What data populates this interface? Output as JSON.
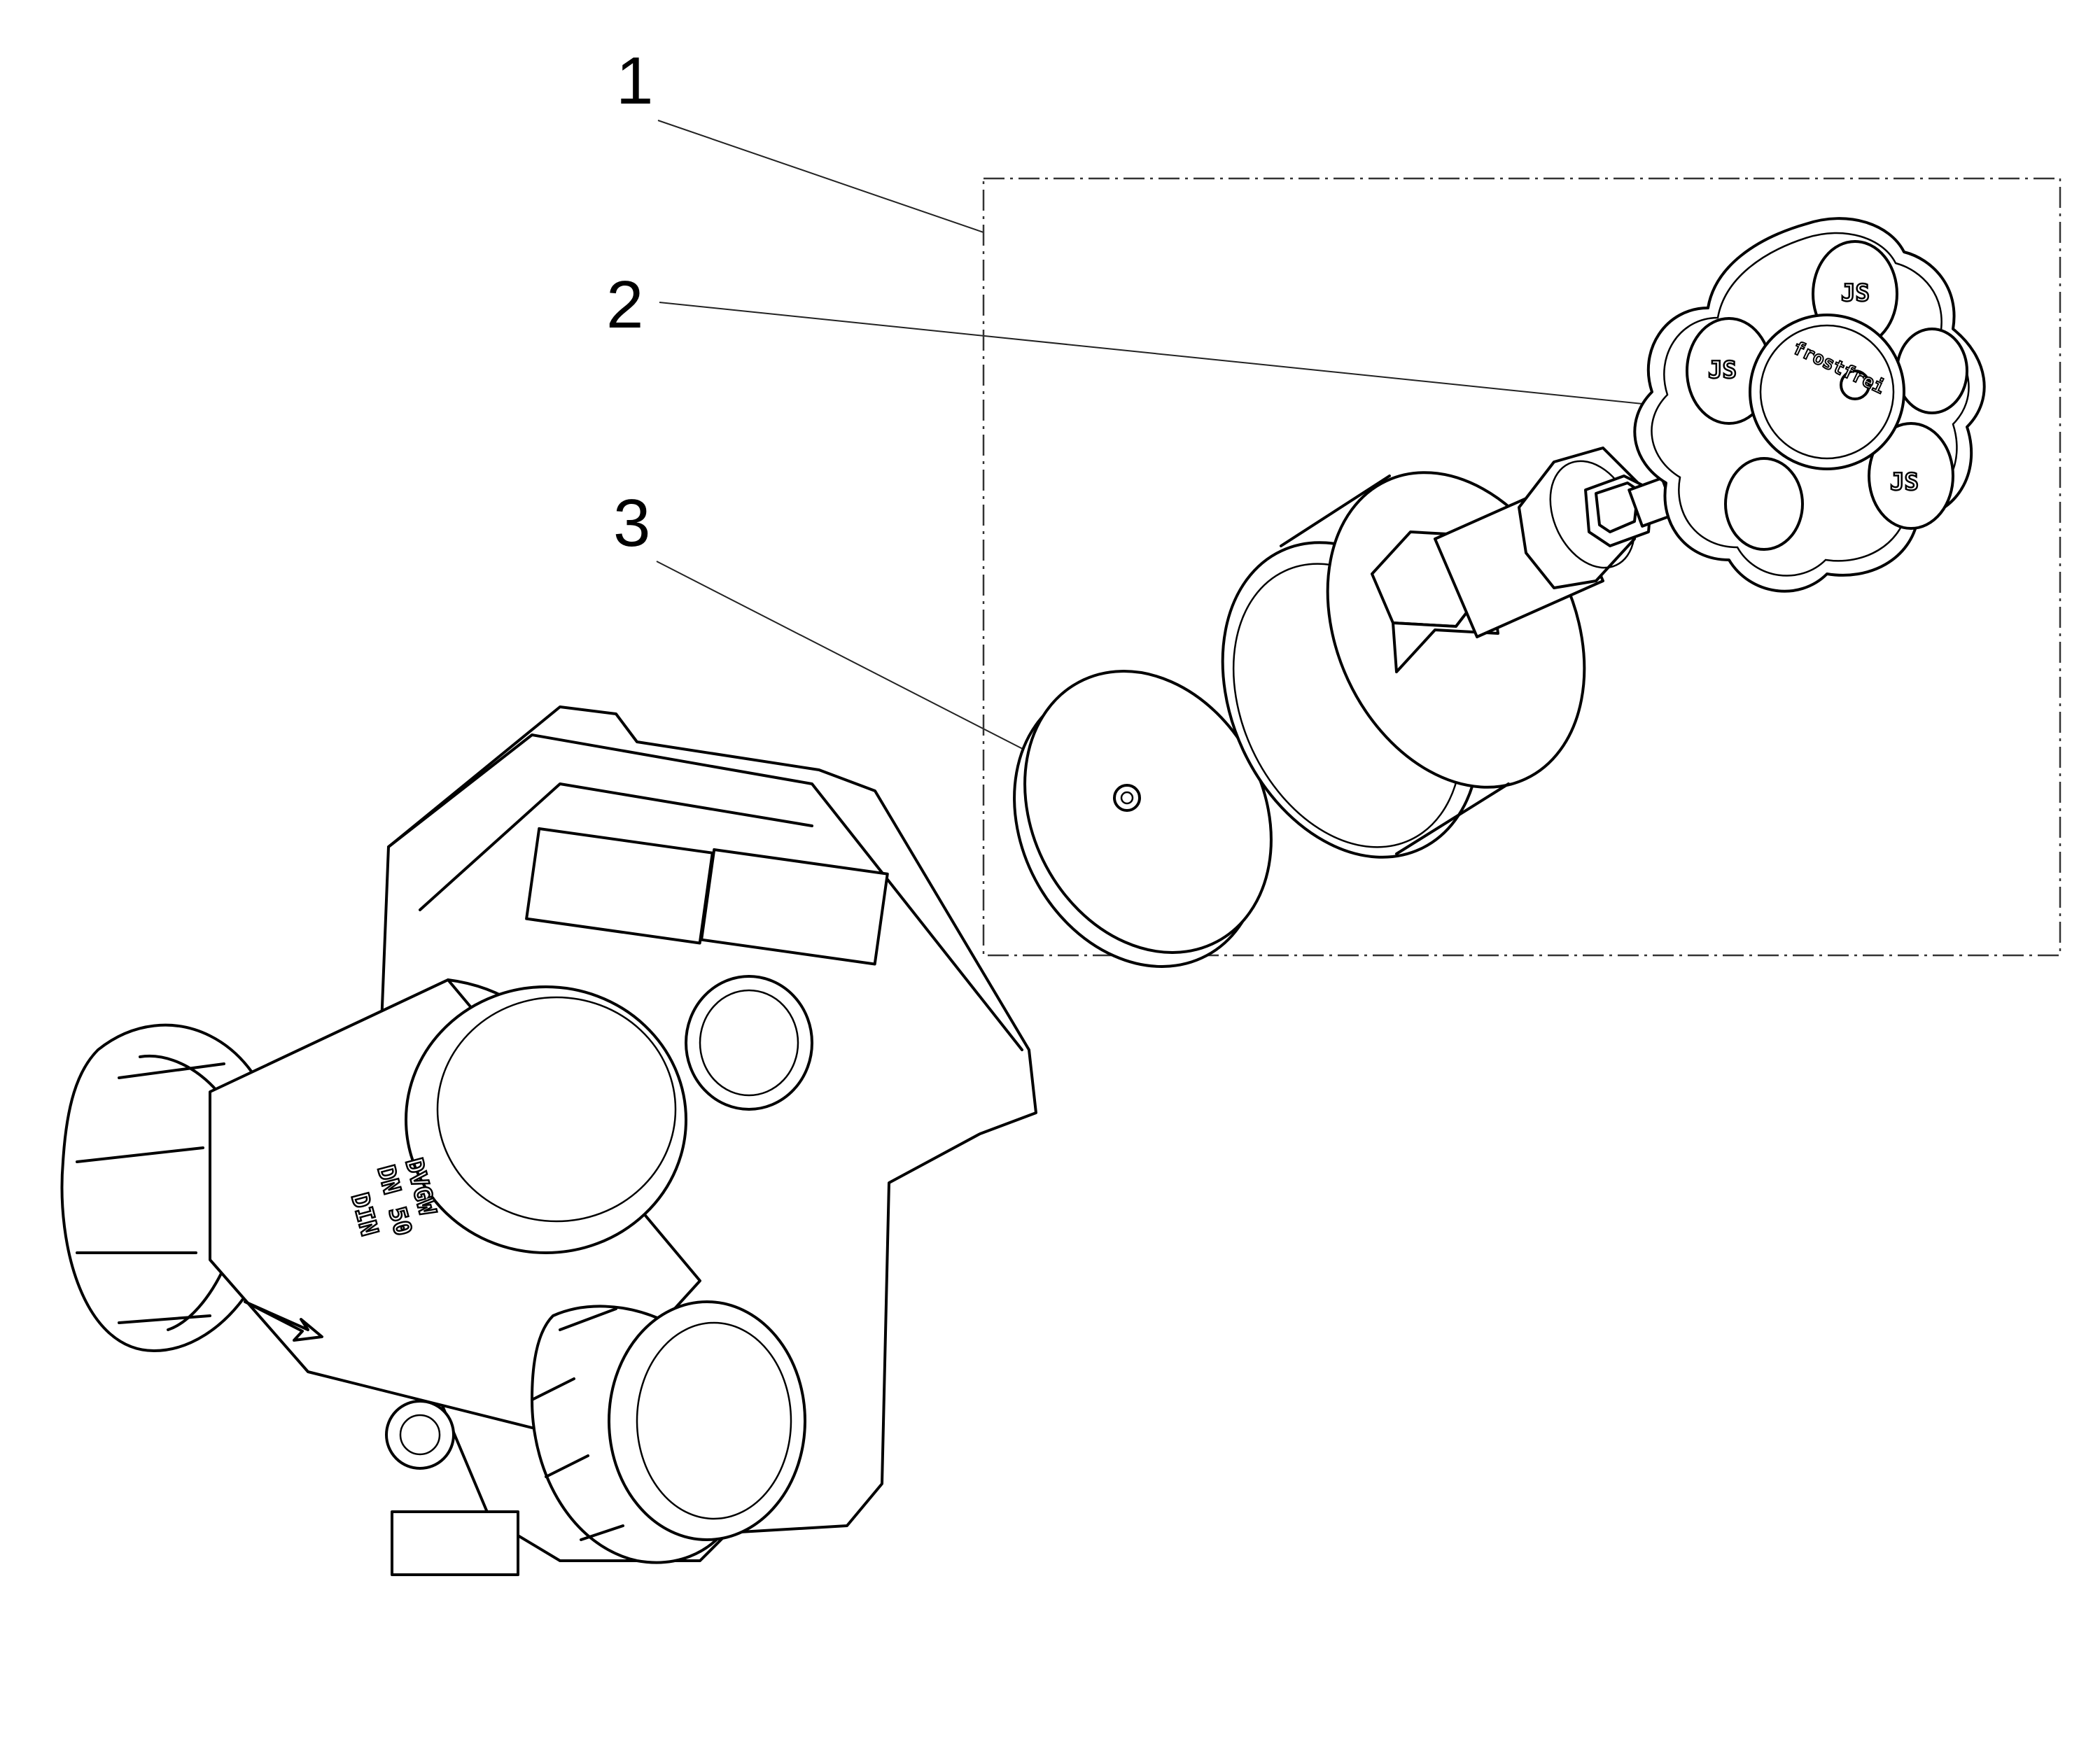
{
  "callouts": [
    {
      "label": "1"
    },
    {
      "label": "2"
    },
    {
      "label": "3"
    }
  ],
  "valve_body_marking": {
    "line1": "DVGW",
    "line2": "DN 50",
    "line3": "DIN"
  },
  "handwheel_marking": "frostfrei"
}
